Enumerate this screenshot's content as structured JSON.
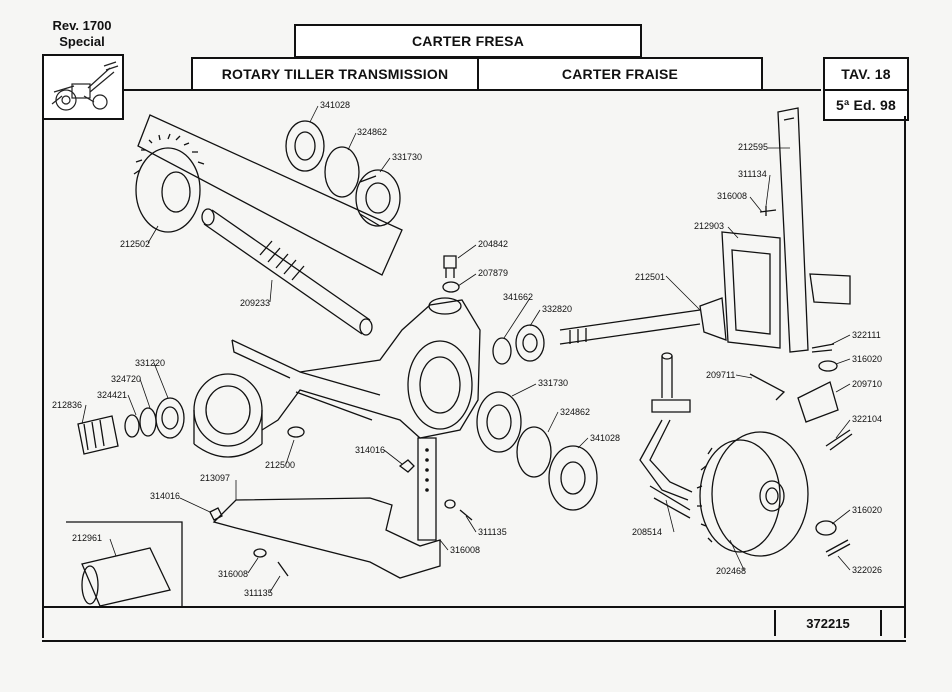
{
  "header": {
    "rev_line1": "Rev. 1700",
    "rev_line2": "Special",
    "title_it": "CARTER FRESA",
    "title_en": "ROTARY TILLER TRANSMISSION",
    "title_fr": "CARTER FRAISE",
    "table": "TAV. 18",
    "edition": "5ª Ed. 98"
  },
  "footer": {
    "code": "372215"
  },
  "parts": [
    "341028",
    "324862",
    "331730",
    "212502",
    "209233",
    "204842",
    "207879",
    "341662",
    "332820",
    "212501",
    "212595",
    "311134",
    "316008",
    "212903",
    "322111",
    "316020",
    "209711",
    "209710",
    "322104",
    "331220",
    "324720",
    "324421",
    "212836",
    "212500",
    "331730",
    "324862",
    "341028",
    "314016",
    "213097",
    "314016",
    "311135",
    "316008",
    "316008",
    "311135",
    "212961",
    "208514",
    "202468",
    "316020",
    "322026"
  ]
}
